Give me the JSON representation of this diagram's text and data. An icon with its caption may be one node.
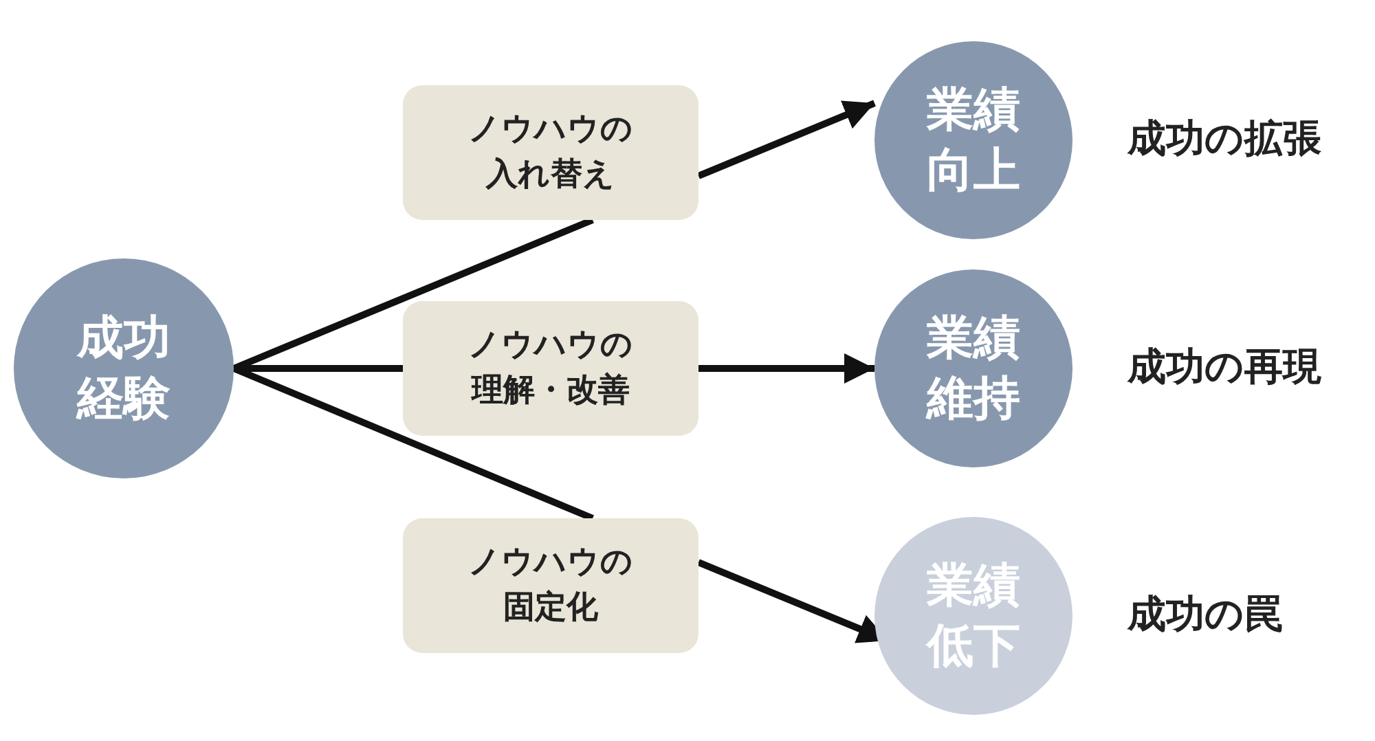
{
  "diagram": {
    "nodes": [
      {
        "text": [
          "成功経験"
        ]
      },
      {
        "text": [
          "ノウハウの入れ替え"
        ]
      },
      {
        "text": [
          "ノウハウの理解・改善"
        ]
      },
      {
        "text": [
          "ノウハウの固定化"
        ]
      },
      {
        "text": [
          "業績向上"
        ],
        "beside": [
          "成功の拡張"
        ]
      },
      {
        "text": [
          "業績維持"
        ],
        "beside": [
          "成功の再現"
        ]
      },
      {
        "text": [
          "業績低下"
        ],
        "beside": [
          "成功の罠"
        ]
      }
    ],
    "edges": [
      {
        "from": 0,
        "to": 1,
        "arrow": "none"
      },
      {
        "from": 1,
        "to": 4,
        "arrow": "to"
      },
      {
        "from": 0,
        "to": 2,
        "arrow": "none"
      },
      {
        "from": 2,
        "to": 5,
        "arrow": "to"
      },
      {
        "from": 0,
        "to": 3,
        "arrow": "none"
      },
      {
        "from": 3,
        "to": 6,
        "arrow": "to"
      }
    ]
  }
}
